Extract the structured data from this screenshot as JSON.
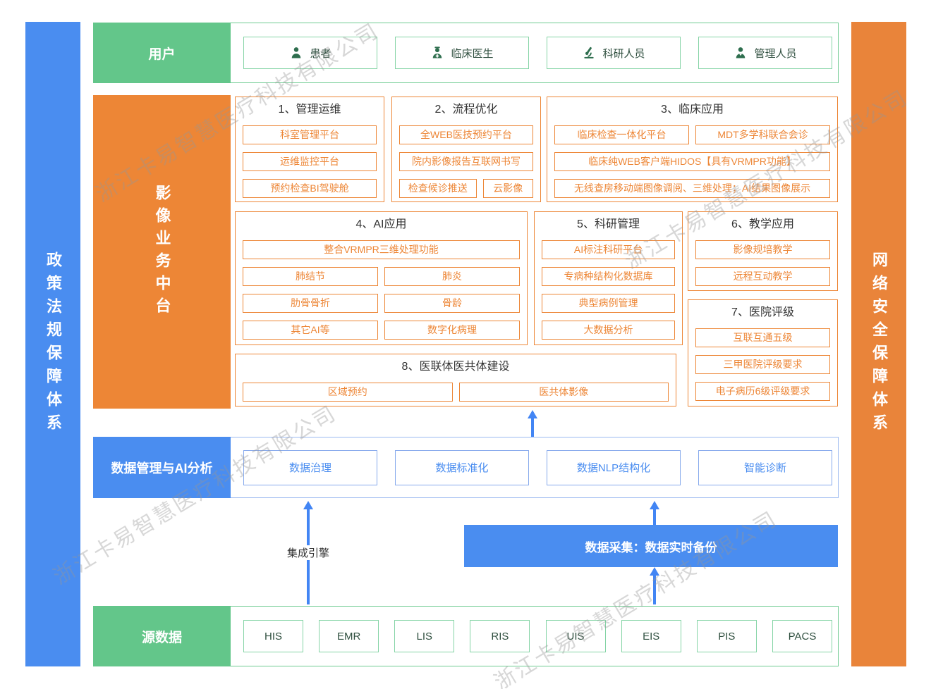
{
  "watermark": {
    "text": "浙江卡易智慧医疗科技有限公司"
  },
  "colors": {
    "green_solid": "#63c68a",
    "green_border": "#6fcb92",
    "icon_green": "#2e6e4e",
    "orange": "#ed8636",
    "blue_solid": "#4a8df0",
    "arrow_blue": "#4285f4"
  },
  "left_bar": {
    "label": "政策法规保障体系"
  },
  "right_bar": {
    "label": "网络安全保障体系"
  },
  "users_row": {
    "label": "用户",
    "items": [
      {
        "icon": "patient-icon",
        "label": "患者"
      },
      {
        "icon": "doctor-icon",
        "label": "临床医生"
      },
      {
        "icon": "microscope-icon",
        "label": "科研人员"
      },
      {
        "icon": "admin-icon",
        "label": "管理人员"
      }
    ]
  },
  "platform": {
    "label": "影像业务中台",
    "sections": {
      "s1": {
        "title": "1、管理运维",
        "items": [
          "科室管理平台",
          "运维监控平台",
          "预约检查BI驾驶舱"
        ]
      },
      "s2": {
        "title": "2、流程优化",
        "items": [
          "全WEB医技预约平台",
          "院内影像报告互联网书写",
          "检查候诊推送",
          "云影像"
        ]
      },
      "s3": {
        "title": "3、临床应用",
        "items": [
          "临床检查一体化平台",
          "MDT多学科联合会诊",
          "临床纯WEB客户端HIDOS【具有VRMPR功能】",
          "无线查房移动端图像调阅、三维处理；AI结果图像展示"
        ]
      },
      "s4": {
        "title": "4、AI应用",
        "items": [
          "整合VRMPR三维处理功能",
          "肺结节",
          "肺炎",
          "肋骨骨折",
          "骨龄",
          "其它AI等",
          "数字化病理"
        ]
      },
      "s5": {
        "title": "5、科研管理",
        "items": [
          "AI标注科研平台",
          "专病种结构化数据库",
          "典型病例管理",
          "大数据分析"
        ]
      },
      "s6": {
        "title": "6、教学应用",
        "items": [
          "影像规培教学",
          "远程互动教学"
        ]
      },
      "s7": {
        "title": "7、医院评级",
        "items": [
          "互联互通五级",
          "三甲医院评级要求",
          "电子病历6级评级要求"
        ]
      },
      "s8": {
        "title": "8、医联体医共体建设",
        "items": [
          "区域预约",
          "医共体影像"
        ]
      }
    }
  },
  "data_row": {
    "label": "数据管理与AI分析",
    "items": [
      "数据治理",
      "数据标准化",
      "数据NLP结构化",
      "智能诊断"
    ]
  },
  "integration": {
    "engine_label": "集成引擎",
    "collection_label": "数据采集：数据实时备份"
  },
  "source_row": {
    "label": "源数据",
    "items": [
      "HIS",
      "EMR",
      "LIS",
      "RIS",
      "UIS",
      "EIS",
      "PIS",
      "PACS"
    ]
  }
}
